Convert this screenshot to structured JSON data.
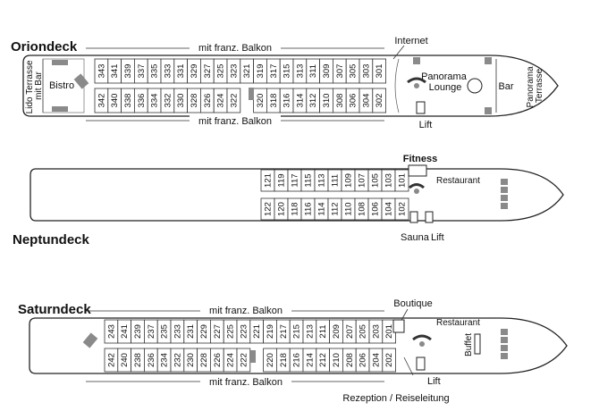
{
  "decks": [
    {
      "id": "orion",
      "name": "Oriondeck",
      "balcony_top_label": "mit franz. Balkon",
      "balcony_bottom_label": "mit franz. Balkon",
      "cabins_top": [
        "343",
        "341",
        "339",
        "337",
        "335",
        "333",
        "331",
        "329",
        "327",
        "325",
        "323",
        "321",
        "319",
        "317",
        "315",
        "313",
        "311",
        "309",
        "307",
        "305",
        "303",
        "301"
      ],
      "cabins_bottom": [
        "342",
        "340",
        "338",
        "336",
        "334",
        "332",
        "330",
        "328",
        "326",
        "324",
        "322",
        "320",
        "318",
        "316",
        "314",
        "312",
        "310",
        "308",
        "306",
        "304",
        "302"
      ],
      "labels": {
        "lido": "Lido Terrasse mit Bar",
        "bistro": "Bistro",
        "internet": "Internet",
        "panorama_lounge": "Panorama Lounge",
        "bar": "Bar",
        "panorama_terrasse": "Panorama Terrasse",
        "lift": "Lift"
      }
    },
    {
      "id": "neptun",
      "name": "Neptundeck",
      "cabins_top": [
        "121",
        "119",
        "117",
        "115",
        "113",
        "111",
        "109",
        "107",
        "105",
        "103",
        "101"
      ],
      "cabins_bottom": [
        "122",
        "120",
        "118",
        "116",
        "114",
        "112",
        "110",
        "108",
        "106",
        "104",
        "102"
      ],
      "labels": {
        "fitness": "Fitness",
        "restaurant": "Restaurant",
        "sauna": "Sauna",
        "lift": "Lift"
      }
    },
    {
      "id": "saturn",
      "name": "Saturndeck",
      "balcony_top_label": "mit franz. Balkon",
      "balcony_bottom_label": "mit franz. Balkon",
      "cabins_top": [
        "243",
        "241",
        "239",
        "237",
        "235",
        "233",
        "231",
        "229",
        "227",
        "225",
        "223",
        "221",
        "219",
        "217",
        "215",
        "213",
        "211",
        "209",
        "207",
        "205",
        "203",
        "201"
      ],
      "cabins_bottom": [
        "242",
        "240",
        "238",
        "236",
        "234",
        "232",
        "230",
        "228",
        "226",
        "224",
        "222",
        "220",
        "218",
        "216",
        "214",
        "212",
        "210",
        "208",
        "206",
        "204",
        "202"
      ],
      "labels": {
        "boutique": "Boutique",
        "restaurant": "Restaurant",
        "buffet": "Buffet",
        "lift": "Lift",
        "rezeption": "Rezeption / Reiseleitung"
      }
    }
  ]
}
